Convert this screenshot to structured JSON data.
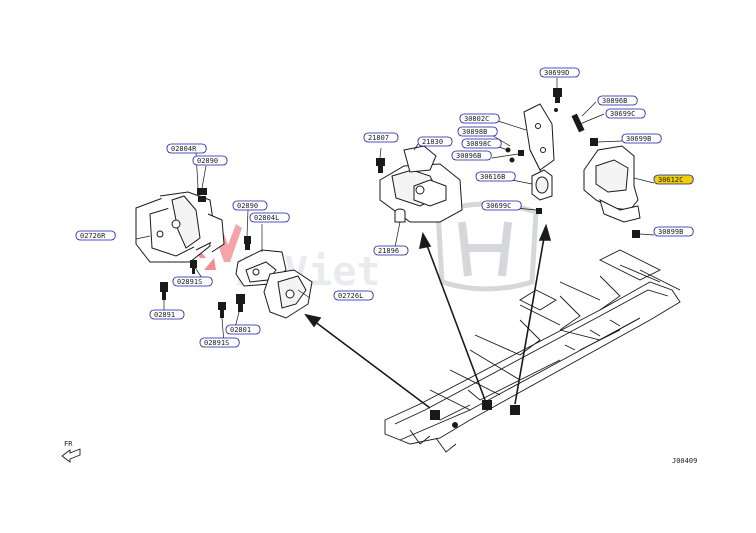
{
  "diagram": {
    "watermark_text": "ANViet",
    "corner_code": "J00409",
    "front_label": "FR",
    "accent_color": "#f0d000",
    "label_box_color": "#1a1aa6",
    "watermark_color": "#e8323c",
    "callouts": [
      {
        "id": "c-02804r",
        "text": "02804R"
      },
      {
        "id": "c-02890a",
        "text": "02890"
      },
      {
        "id": "c-02726r",
        "text": "02726R"
      },
      {
        "id": "c-02891sa",
        "text": "02891S"
      },
      {
        "id": "c-02891",
        "text": "02891"
      },
      {
        "id": "c-02890b",
        "text": "02890"
      },
      {
        "id": "c-02804l",
        "text": "02804L"
      },
      {
        "id": "c-02726l",
        "text": "02726L"
      },
      {
        "id": "c-02801",
        "text": "02801"
      },
      {
        "id": "c-02891sb",
        "text": "02891S"
      },
      {
        "id": "c-21807",
        "text": "21807"
      },
      {
        "id": "c-21830",
        "text": "21830"
      },
      {
        "id": "c-21896",
        "text": "21896"
      },
      {
        "id": "c-30699d",
        "text": "30699D"
      },
      {
        "id": "c-30896b",
        "text": "30896B"
      },
      {
        "id": "c-30699c",
        "text": "30699C"
      },
      {
        "id": "c-30802c",
        "text": "30802C"
      },
      {
        "id": "c-30898b",
        "text": "30898B"
      },
      {
        "id": "c-30898c",
        "text": "30898C"
      },
      {
        "id": "c-30896b2",
        "text": "30896B"
      },
      {
        "id": "c-30616b",
        "text": "30616B"
      },
      {
        "id": "c-30699b",
        "text": "30699B"
      },
      {
        "id": "c-30612c",
        "text": "30612C"
      },
      {
        "id": "c-30699c2",
        "text": "30699C"
      },
      {
        "id": "c-30899b",
        "text": "30899B"
      }
    ]
  }
}
